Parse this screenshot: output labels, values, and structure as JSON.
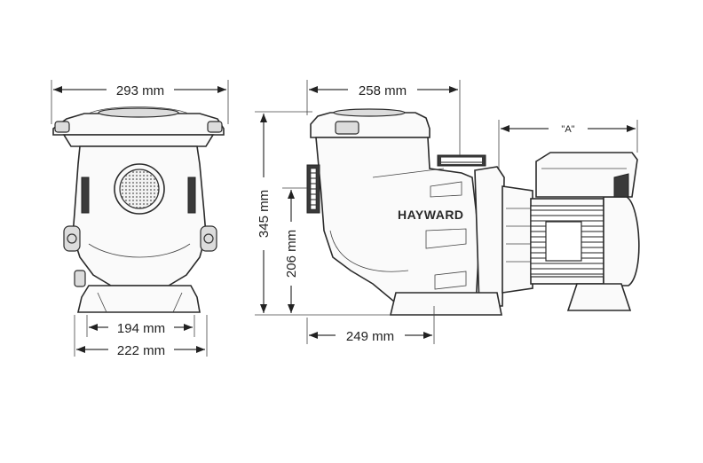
{
  "brand": {
    "label": "HAYWARD"
  },
  "dimensions": {
    "front_top_width": "293 mm",
    "front_base_inner": "194 mm",
    "front_base_outer": "222 mm",
    "side_top_width": "258 mm",
    "side_total_height": "345 mm",
    "side_inlet_height": "206 mm",
    "side_base_width": "249 mm",
    "motor_length": "\"A\""
  }
}
